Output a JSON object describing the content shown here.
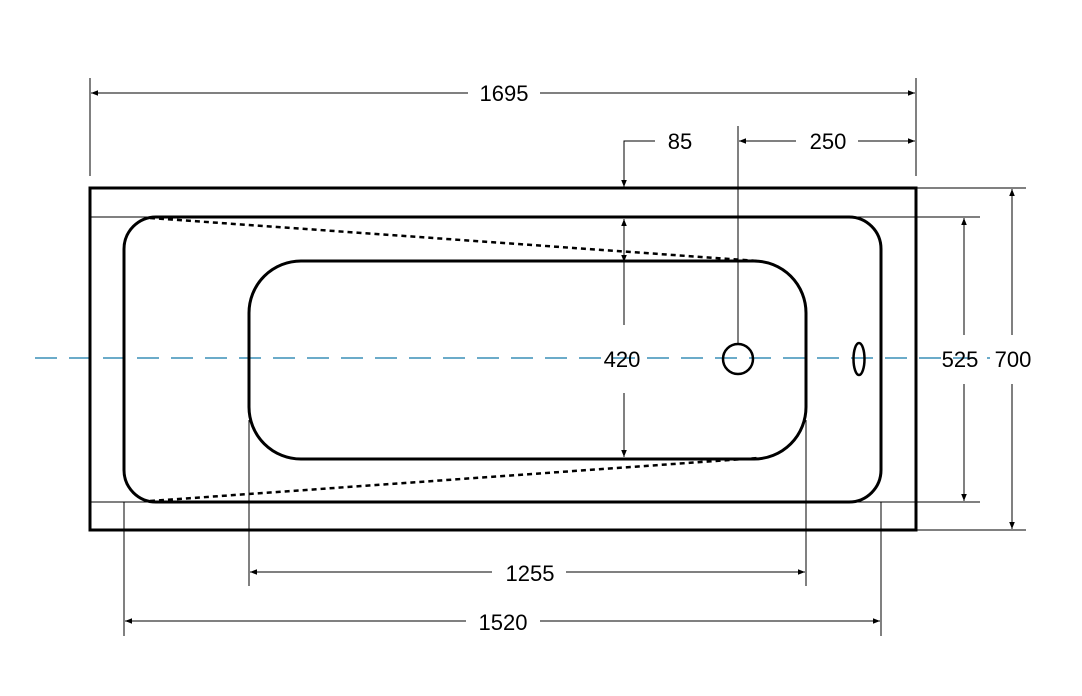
{
  "drawing": {
    "dimensions": {
      "overall_length": "1695",
      "rim_offset": "85",
      "drain_offset": "250",
      "inner_width": "525",
      "overall_width": "700",
      "floor_width": "420",
      "floor_length": "1255",
      "inner_length": "1520"
    },
    "colors": {
      "outline": "#000000",
      "centerline": "#3a8fb7"
    }
  }
}
